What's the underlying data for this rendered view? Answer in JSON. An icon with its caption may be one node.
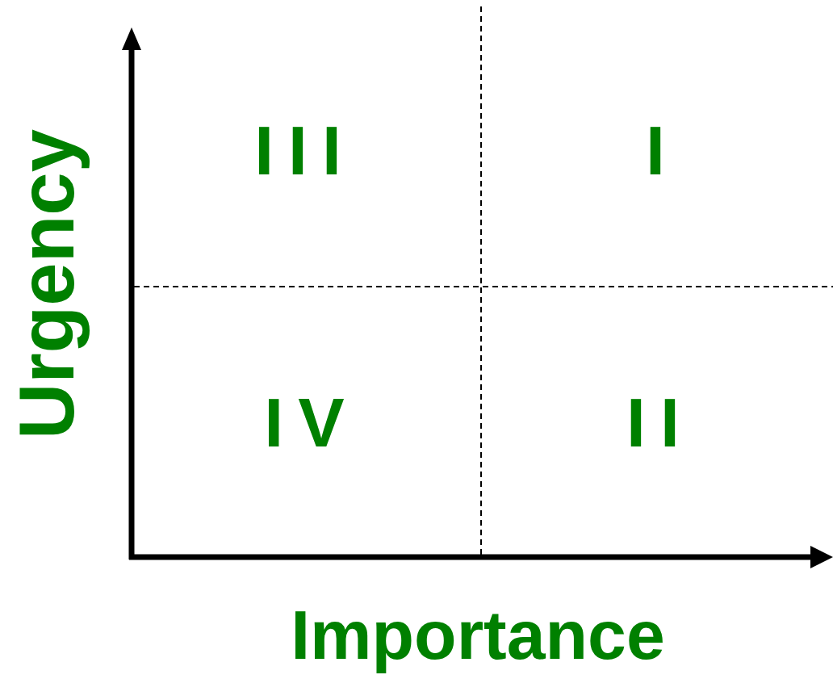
{
  "diagram": {
    "labels": [
      "Urgency",
      "III",
      "I",
      "IV",
      "II",
      "Importance"
    ]
  }
}
